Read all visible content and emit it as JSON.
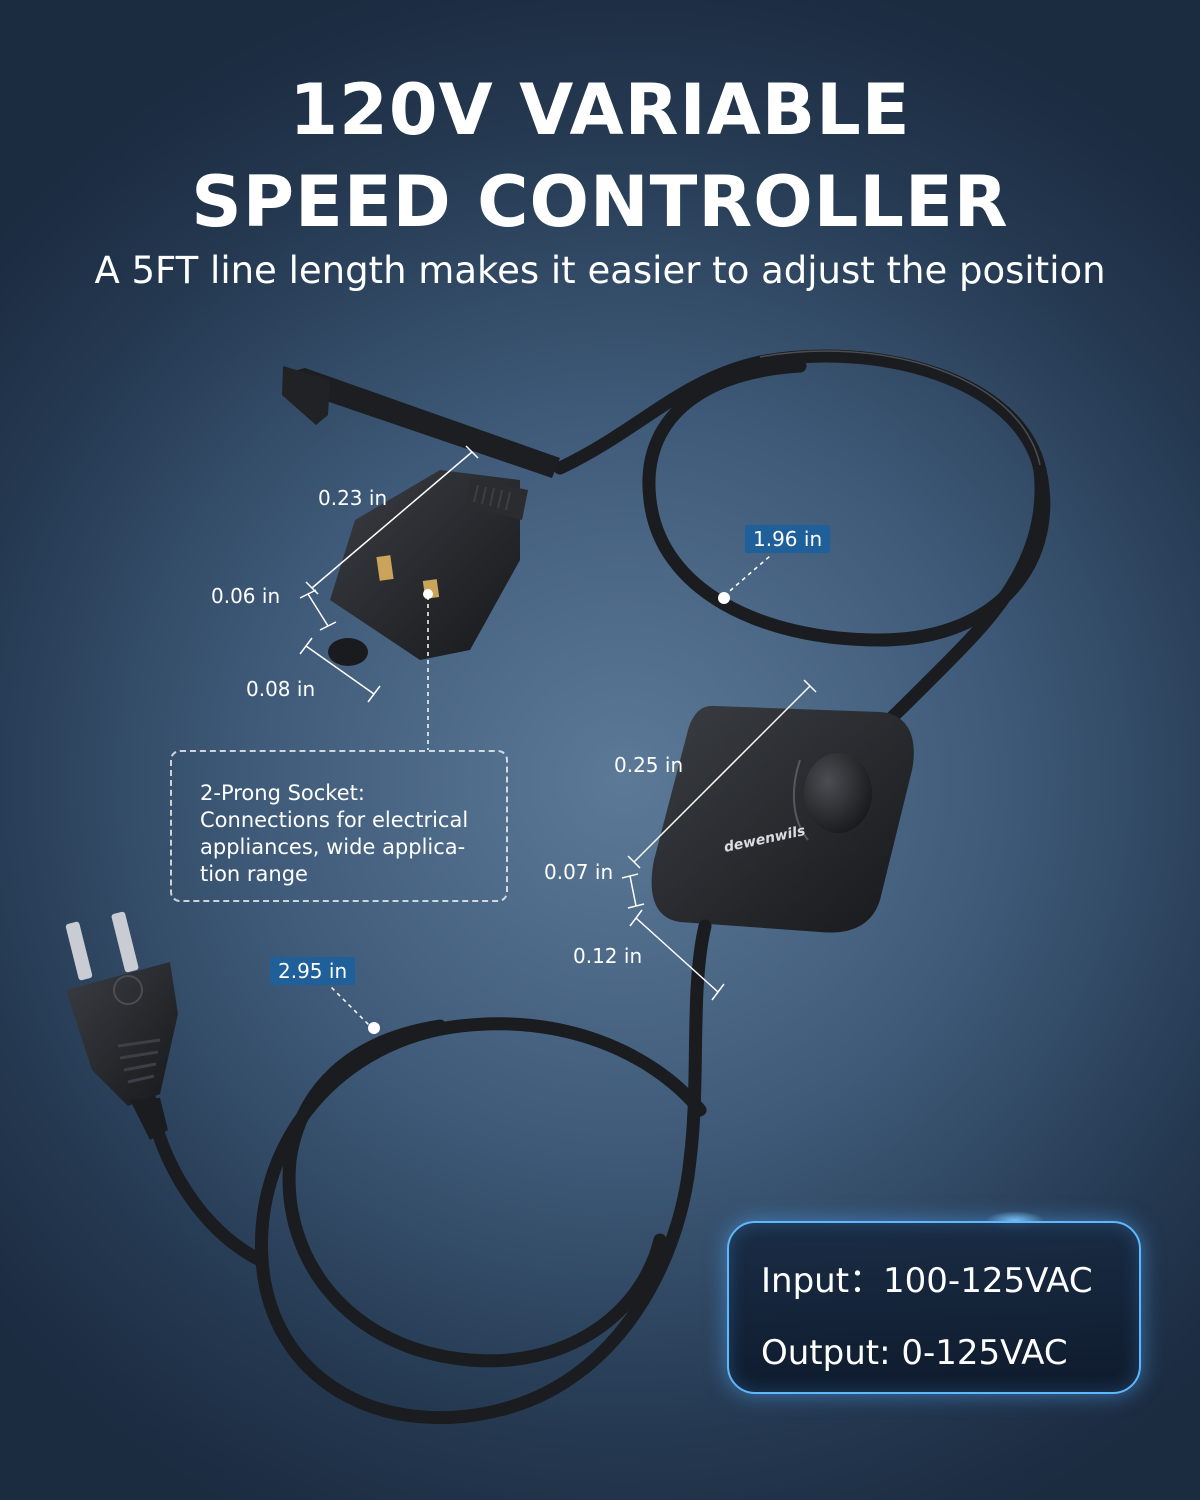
{
  "headline": {
    "line1": "120V VARIABLE",
    "line2": "SPEED CONTROLLER",
    "subtitle": "A 5FT line length makes it easier to adjust the position"
  },
  "dimensions": {
    "socket_depth": "0.23 in",
    "socket_slot": "0.06 in",
    "socket_width": "0.08 in",
    "controller_length": "0.25 in",
    "controller_thickness": "0.07 in",
    "controller_base": "0.12 in"
  },
  "cable_tags": {
    "upper_loop": "1.96 in",
    "lower_loop": "2.95 in"
  },
  "callout": {
    "lines": [
      "2-Prong Socket:",
      "Connections for electrical",
      "appliances, wide applica-",
      "tion range"
    ]
  },
  "brand": {
    "logo_text": "dewenwils"
  },
  "specs": {
    "input": "Input：100-125VAC",
    "output": "Output: 0-125VAC"
  },
  "colors": {
    "background": "#3e5a78",
    "tag": "#1f5f9a",
    "spec_border": "#5fb8ff",
    "cable": "#1a1c1f"
  }
}
